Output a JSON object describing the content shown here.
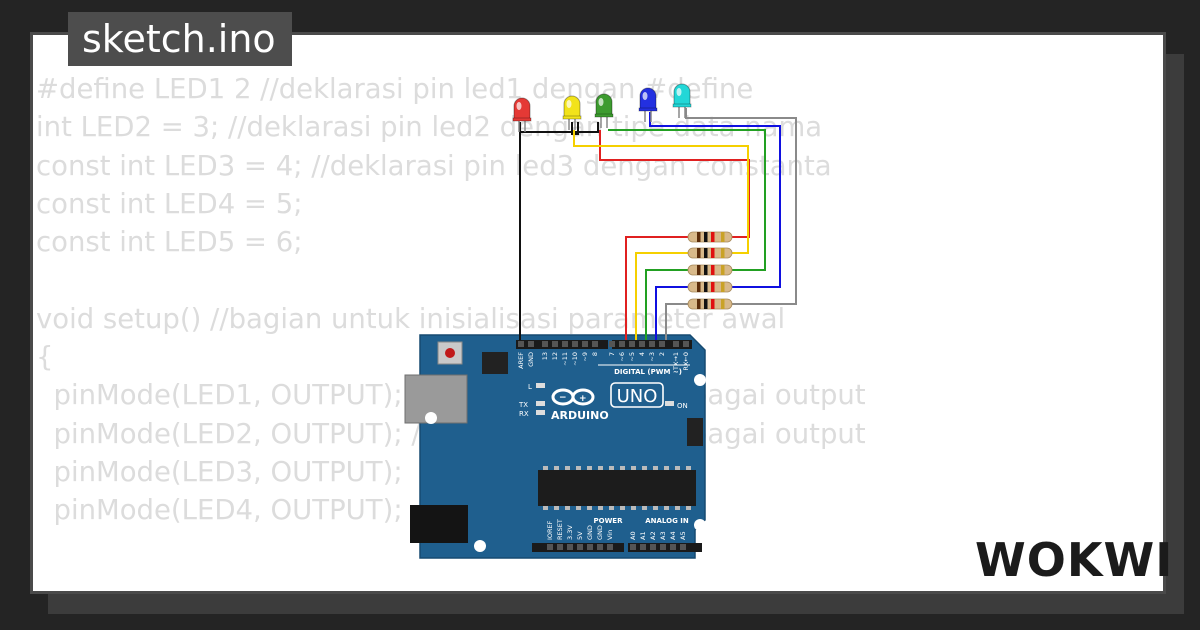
{
  "header": {
    "title": "sketch.ino"
  },
  "code_lines": [
    "#define LED1 2 //deklarasi pin led1 dengan #define",
    "int LED2 = 3; //deklarasi pin led2 dengan tipe data nama",
    "const int LED3 = 4; //deklarasi pin led3 dengan constanta",
    "const int LED4 = 5;",
    "const int LED5 = 6;",
    "",
    "void setup() //bagian untuk inisialisasi parameter awal",
    "{",
    "  pinMode(LED1, OUTPUT); //inisialisasi LED1 sebagai output",
    "  pinMode(LED2, OUTPUT); //inisialisasi LED2 sebagai output",
    "  pinMode(LED3, OUTPUT);",
    "  pinMode(LED4, OUTPUT);"
  ],
  "board": {
    "brand": "ARDUINO",
    "model": "UNO",
    "digital_header_label": "DIGITAL (PWM ~)",
    "power_label": "POWER",
    "analog_label": "ANALOG IN",
    "top_pins": [
      "AREF",
      "GND",
      "13",
      "12",
      "~11",
      "~10",
      "~9",
      "8",
      "7",
      "~6",
      "~5",
      "4",
      "~3",
      "2",
      "TX→1",
      "RX←0"
    ],
    "bottom_pins": [
      "IOREF",
      "RESET",
      "3.3V",
      "5V",
      "GND",
      "GND",
      "Vin",
      "A0",
      "A1",
      "A2",
      "A3",
      "A4",
      "A5"
    ],
    "led_labels": [
      "L",
      "TX",
      "RX",
      "ON"
    ]
  },
  "leds": [
    {
      "name": "red",
      "color": "#e53935"
    },
    {
      "name": "yellow",
      "color": "#f2e31a"
    },
    {
      "name": "green",
      "color": "#3d9b2f"
    },
    {
      "name": "blue",
      "color": "#2330e0"
    },
    {
      "name": "cyan",
      "color": "#22d7d7"
    }
  ],
  "wire_colors": [
    "#e02020",
    "#f5d000",
    "#22a022",
    "#1010e0",
    "#8a8a8a",
    "#111111"
  ],
  "brand_logo": "WOKWI"
}
